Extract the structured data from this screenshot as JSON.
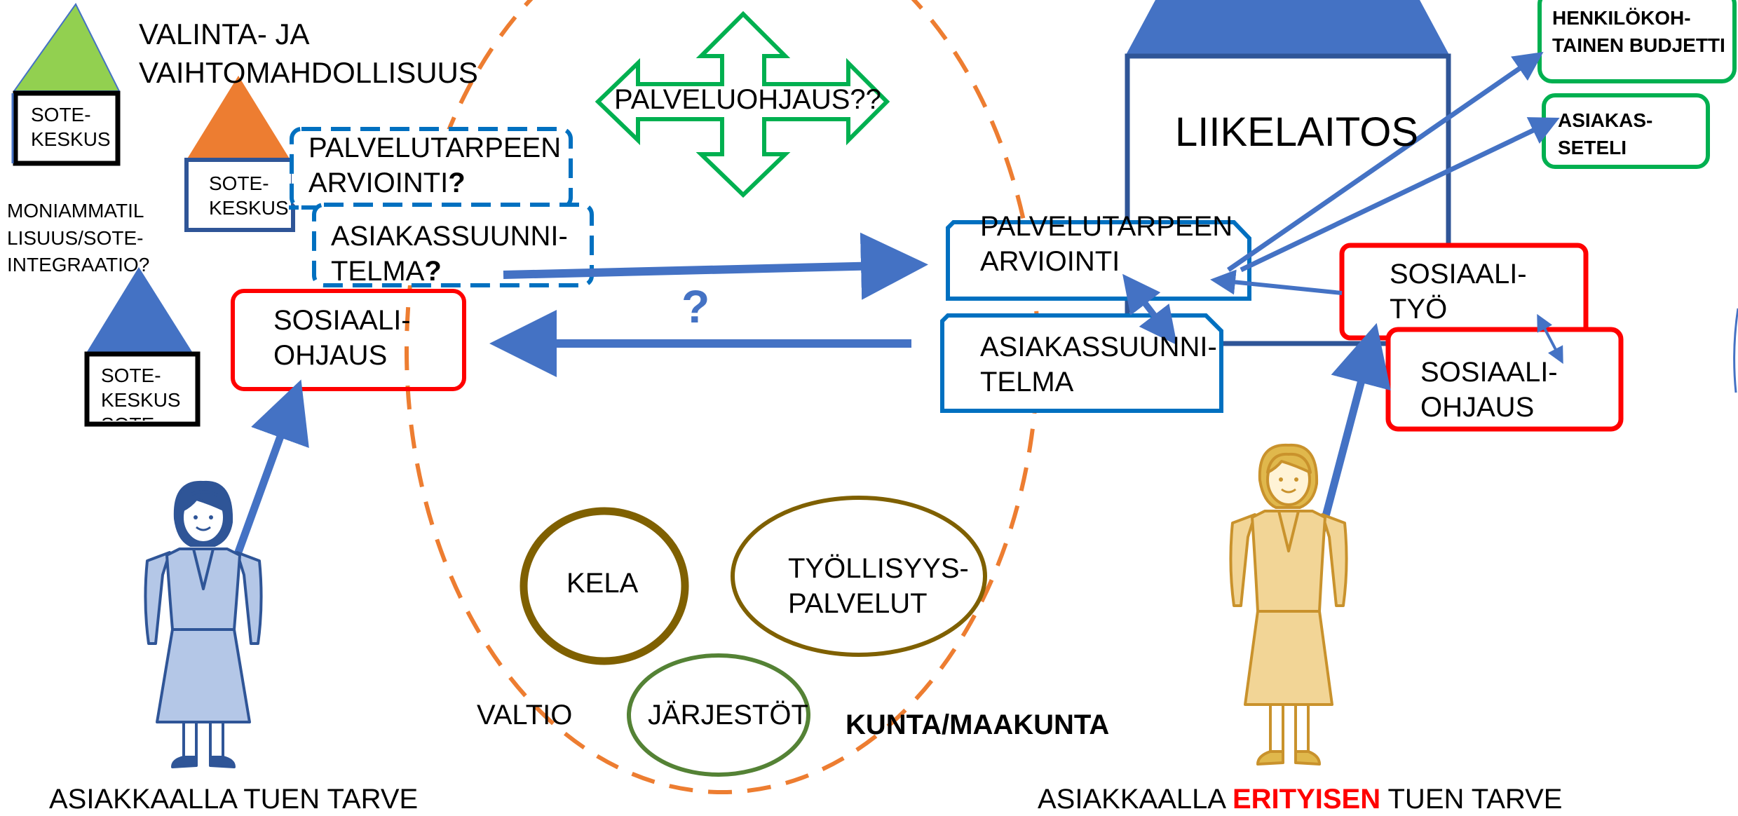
{
  "top_left": {
    "choice_title_line1": "VALINTA- JA",
    "choice_title_line2": "VAIHTOMAHDOLLISUUS",
    "sote_1_line1": "SOTE-",
    "sote_1_line2": "KESKUS",
    "sote_2_line1": "SOTE-",
    "sote_2_line2": "KESKUS",
    "sote_3_line1": "SOTE-",
    "sote_3_line2": "KESKUS",
    "sote_3_line3": "SOTE-",
    "multi_line1": "MONIAMMATIL",
    "multi_line2": "LISUUS/SOTE-",
    "multi_line3": "INTEGRAATIO?"
  },
  "left_boxes": {
    "assessment_line1": "PALVELUTARPEEN",
    "assessment_line2": "ARVIOINTI",
    "assessment_q": "?",
    "plan_line1": "ASIAKASSUUNNI-",
    "plan_line2": "TELMA",
    "plan_q": "?",
    "guidance_line1": "SOSIAALI-",
    "guidance_line2": "OHJAUS"
  },
  "center": {
    "service_guidance": "PALVELUOHJAUS??",
    "question": "?",
    "kela": "KELA",
    "employment_line1": "TYÖLLISYYS-",
    "employment_line2": "PALVELUT",
    "organizations": "JÄRJESTÖT",
    "state": "VALTIO",
    "municipality": "KUNTA/MAAKUNTA"
  },
  "right": {
    "enterprise": "LIIKELAITOS",
    "assessment_line1": "PALVELUTARPEEN",
    "assessment_line2": "ARVIOINTI",
    "plan_line1": "ASIAKASSUUNNI-",
    "plan_line2": "TELMA",
    "social_work_line1": "SOSIAALI-",
    "social_work_line2": "TYÖ",
    "guidance_line1": "SOSIAALI-",
    "guidance_line2": "OHJAUS",
    "budget_line1": "HENKILÖKOH-",
    "budget_line2": "TAINEN BUDJETTI",
    "voucher_line1": "ASIAKAS-",
    "voucher_line2": "SETELI"
  },
  "captions": {
    "left": "ASIAKKAALLA TUEN TARVE",
    "right_prefix": "ASIAKKAALLA ",
    "right_highlight": "ERITYISEN",
    "right_suffix": " TUEN TARVE"
  },
  "colors": {
    "blue": "#4472C4",
    "dark_blue": "#2F5597",
    "box_blue": "#0070C0",
    "red": "#FF0000",
    "green": "#00B050",
    "orange": "#ED7D31",
    "light_green": "#92D050",
    "olive": "#7F6000",
    "olive_green": "#548235",
    "female_blue": "#B4C7E7",
    "female_gold": "#F2D596"
  }
}
